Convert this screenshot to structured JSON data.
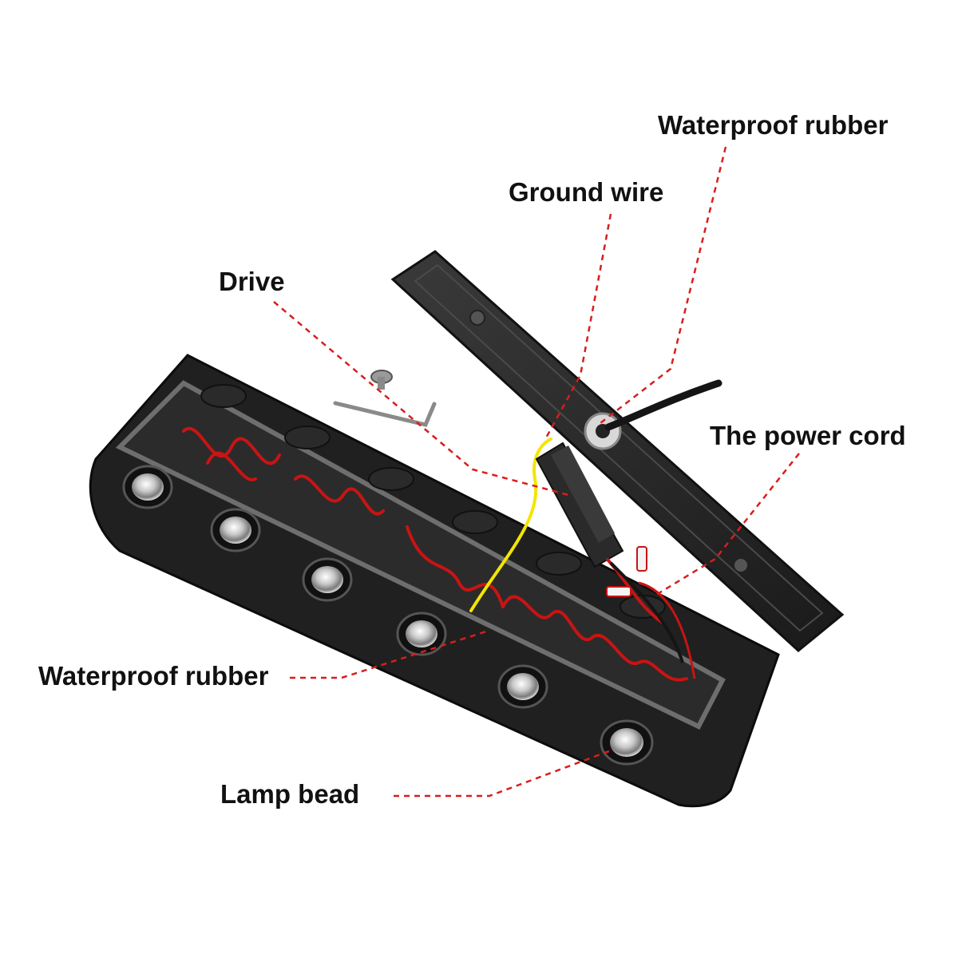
{
  "labels": {
    "waterproof_rubber_top": "Waterproof rubber",
    "ground_wire": "Ground wire",
    "drive": "Drive",
    "power_cord": "The power cord",
    "waterproof_rubber_mid": "Waterproof rubber",
    "lamp_bead": "Lamp bead"
  },
  "colors": {
    "leader_line": "#d81e1e",
    "housing": "#1e1e1e",
    "wire_red": "#c81414",
    "wire_yellow": "#f2e600",
    "background": "#ffffff"
  }
}
